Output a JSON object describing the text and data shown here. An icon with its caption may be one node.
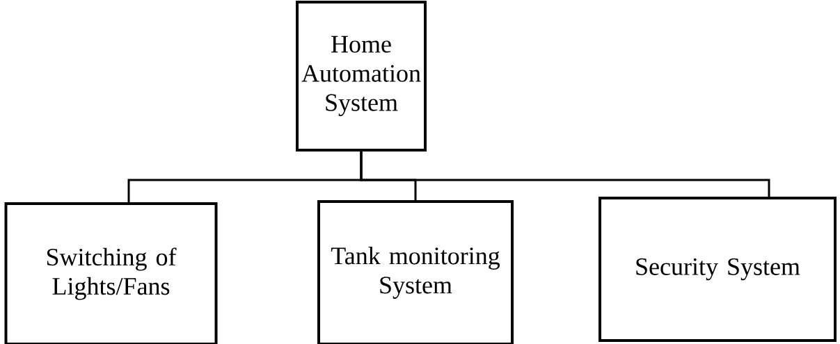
{
  "diagram": {
    "nodes": [
      {
        "text": [
          "Home Automation System"
        ]
      },
      {
        "text": [
          "Switching of Lights/Fans"
        ]
      },
      {
        "text": [
          "Tank monitoring System"
        ]
      },
      {
        "text": [
          "Security System"
        ]
      }
    ],
    "edges": [
      {
        "from": 0,
        "to": 1,
        "arrow": "none"
      },
      {
        "from": 0,
        "to": 2,
        "arrow": "none"
      },
      {
        "from": 0,
        "to": 3,
        "arrow": "none"
      }
    ]
  }
}
